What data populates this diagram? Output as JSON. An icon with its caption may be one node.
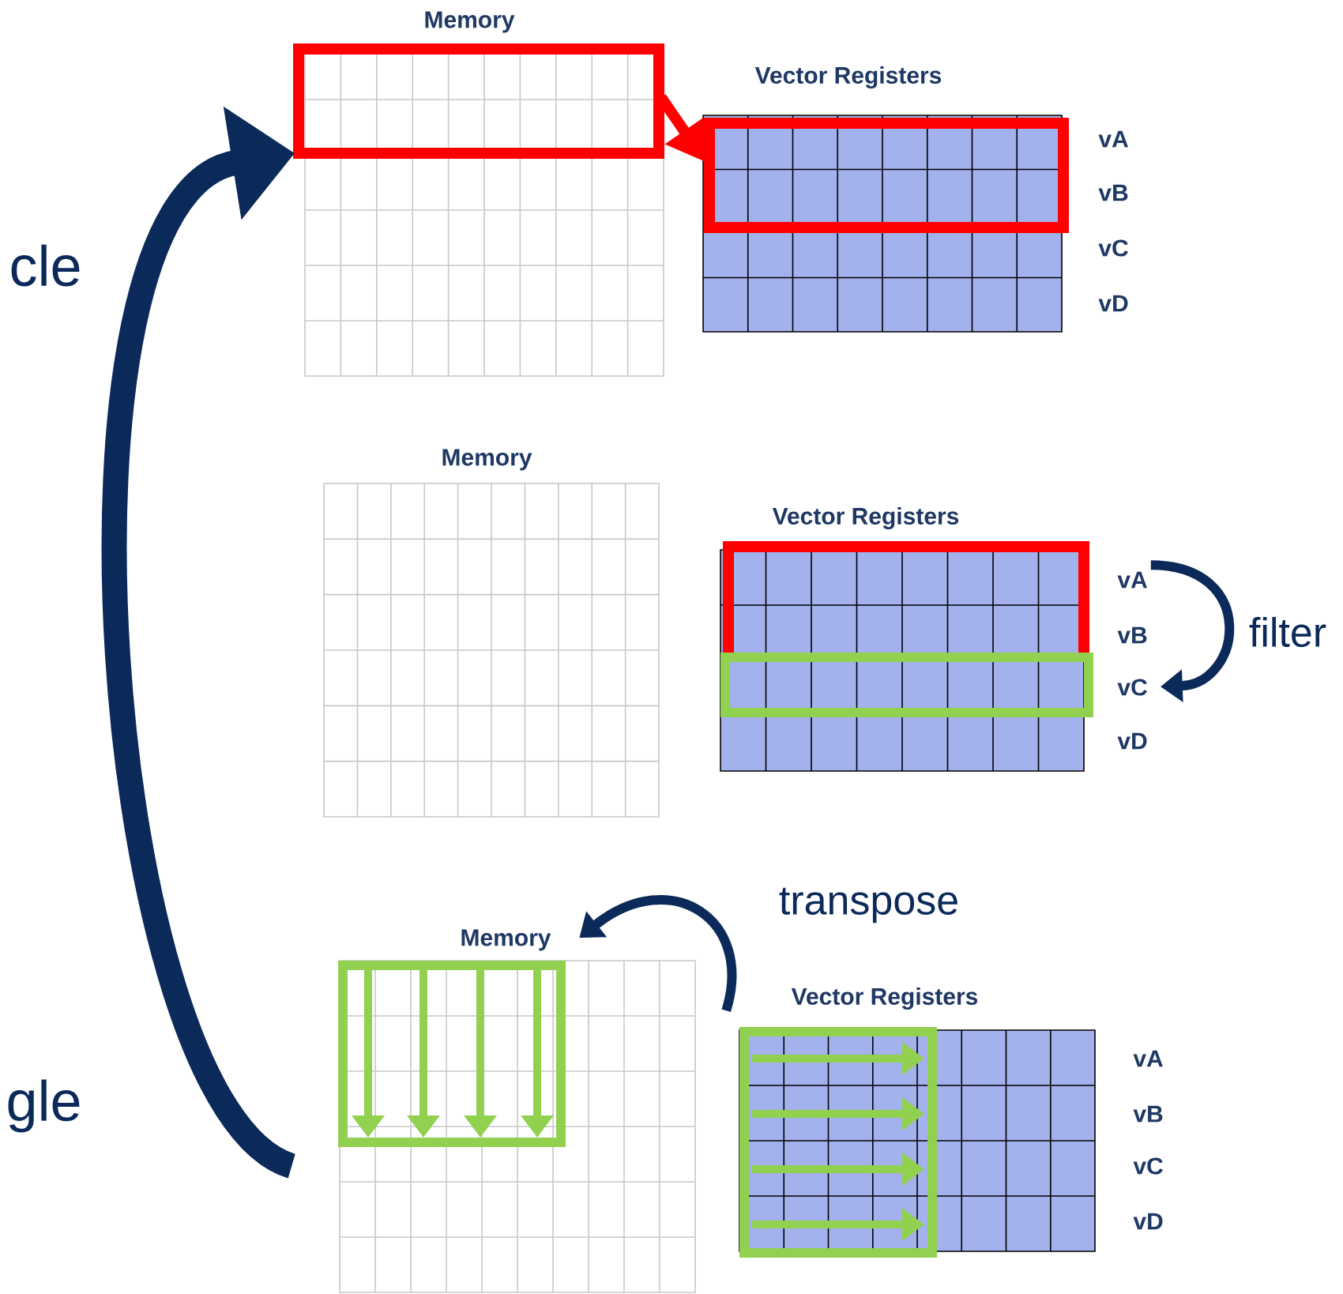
{
  "diagram": {
    "nodes": [
      {
        "text": [
          "Memory"
        ]
      },
      {
        "text": [
          "Vector Registers"
        ],
        "beside": [
          "vA",
          "vB",
          "vC",
          "vD"
        ]
      },
      {
        "text": [
          "Memory"
        ]
      },
      {
        "text": [
          "Vector Registers"
        ],
        "beside": [
          "vA",
          "vB",
          "vC",
          "vD"
        ]
      },
      {
        "text": [
          "Memory"
        ]
      },
      {
        "text": [
          "Vector Registers"
        ],
        "beside": [
          "vA",
          "vB",
          "vC",
          "vD"
        ]
      }
    ],
    "edges": [
      {
        "from": 0,
        "to": 1,
        "arrow": "to",
        "color": "#ff0000"
      },
      {
        "from": 3,
        "to": 3,
        "arrow": "to",
        "label": "filter"
      },
      {
        "from": 5,
        "to": 4,
        "arrow": "to",
        "label": "transpose"
      },
      {
        "from": 4,
        "to": 0,
        "arrow": "to",
        "style": "thick"
      }
    ],
    "labels": [
      "cle",
      "gle"
    ]
  }
}
